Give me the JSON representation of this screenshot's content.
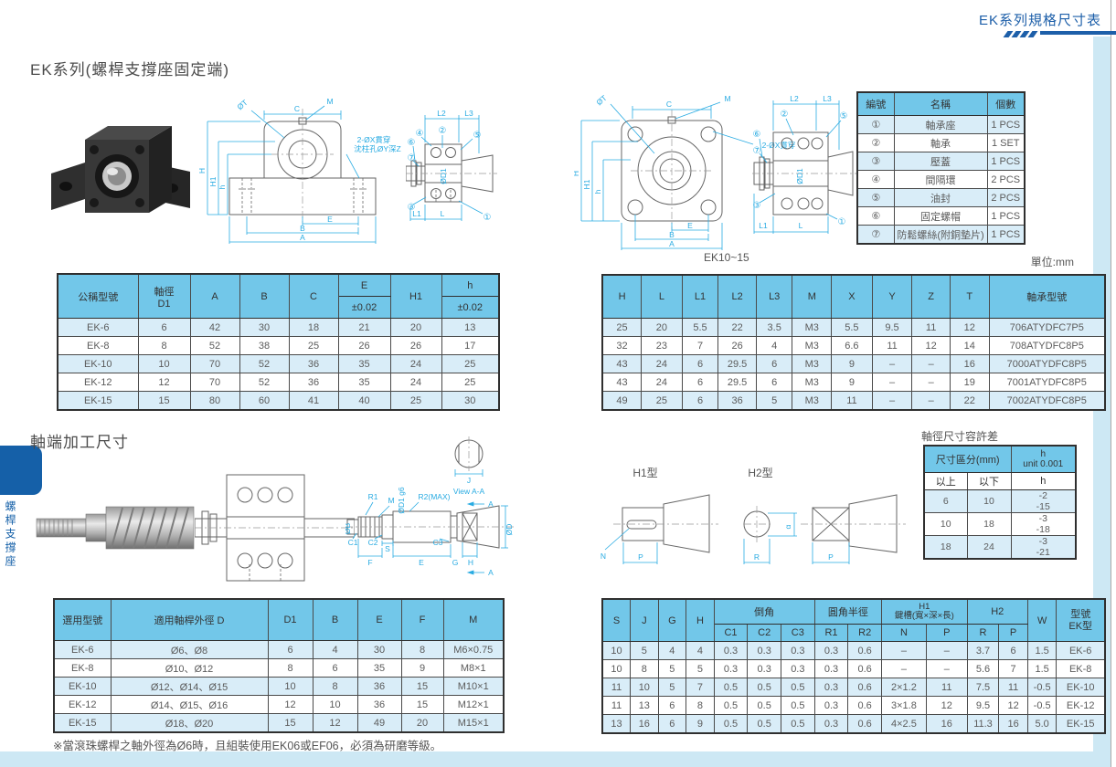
{
  "page": {
    "header_title": "EK系列規格尺寸表",
    "section1_title": "EK系列(螺桿支撐座固定端)",
    "section2_title": "軸端加工尺寸",
    "sidebar_label": "螺桿支撐座",
    "unit_label": "單位:mm",
    "drawing_caption": "EK10~15",
    "footnote": "※當滾珠螺桿之軸外徑為Ø6時，且組裝使用EK06或EF06，必須為研磨等級。"
  },
  "colors": {
    "accent_blue": "#1d5fa9",
    "table_header_fill": "#72c7e9",
    "row_alt_fill": "#d9edf8",
    "dimension_cyan": "#29abe2"
  },
  "parts_table": {
    "headers": [
      "編號",
      "名稱",
      "個數"
    ],
    "rows": [
      [
        "①",
        "軸承座",
        "1 PCS"
      ],
      [
        "②",
        "軸承",
        "1 SET"
      ],
      [
        "③",
        "壓蓋",
        "1 PCS"
      ],
      [
        "④",
        "間隔環",
        "2 PCS"
      ],
      [
        "⑤",
        "油封",
        "2 PCS"
      ],
      [
        "⑥",
        "固定螺帽",
        "1 PCS"
      ],
      [
        "⑦",
        "防鬆螺絲(附銅墊片)",
        "1 PCS"
      ]
    ]
  },
  "dim_table_left": {
    "header": {
      "model": "公稱型號",
      "d1": "軸徑\nD1",
      "a": "A",
      "b": "B",
      "c": "C",
      "e": "E",
      "tol": "±0.02",
      "h1": "H1",
      "h": "h",
      "tol2": "±0.02"
    },
    "rows": [
      [
        "EK-6",
        "6",
        "42",
        "30",
        "18",
        "21",
        "20",
        "13"
      ],
      [
        "EK-8",
        "8",
        "52",
        "38",
        "25",
        "26",
        "26",
        "17"
      ],
      [
        "EK-10",
        "10",
        "70",
        "52",
        "36",
        "35",
        "24",
        "25"
      ],
      [
        "EK-12",
        "12",
        "70",
        "52",
        "36",
        "35",
        "24",
        "25"
      ],
      [
        "EK-15",
        "15",
        "80",
        "60",
        "41",
        "40",
        "25",
        "30"
      ]
    ]
  },
  "dim_table_right": {
    "headers": [
      "H",
      "L",
      "L1",
      "L2",
      "L3",
      "M",
      "X",
      "Y",
      "Z",
      "T",
      "軸承型號"
    ],
    "rows": [
      [
        "25",
        "20",
        "5.5",
        "22",
        "3.5",
        "M3",
        "5.5",
        "9.5",
        "11",
        "12",
        "706ATYDFC7P5"
      ],
      [
        "32",
        "23",
        "7",
        "26",
        "4",
        "M3",
        "6.6",
        "11",
        "12",
        "14",
        "708ATYDFC8P5"
      ],
      [
        "43",
        "24",
        "6",
        "29.5",
        "6",
        "M3",
        "9",
        "–",
        "–",
        "16",
        "7000ATYDFC8P5"
      ],
      [
        "43",
        "24",
        "6",
        "29.5",
        "6",
        "M3",
        "9",
        "–",
        "–",
        "19",
        "7001ATYDFC8P5"
      ],
      [
        "49",
        "25",
        "6",
        "36",
        "5",
        "M3",
        "11",
        "–",
        "–",
        "22",
        "7002ATYDFC8P5"
      ]
    ]
  },
  "tolerance_table": {
    "title": "軸徑尺寸容許差",
    "header": {
      "range": "尺寸區分(mm)",
      "h_unit": "h\nunit 0.001",
      "above": "以上",
      "below": "以下",
      "h": "h"
    },
    "rows": [
      [
        "6",
        "10",
        "-2\n-15"
      ],
      [
        "10",
        "18",
        "-3\n-18"
      ],
      [
        "18",
        "24",
        "-3\n-21"
      ]
    ]
  },
  "shaft_table_left": {
    "headers": [
      "選用型號",
      "適用軸桿外徑 D",
      "D1",
      "B",
      "E",
      "F",
      "M"
    ],
    "rows": [
      [
        "EK-6",
        "Ø6、Ø8",
        "6",
        "4",
        "30",
        "8",
        "M6×0.75"
      ],
      [
        "EK-8",
        "Ø10、Ø12",
        "8",
        "6",
        "35",
        "9",
        "M8×1"
      ],
      [
        "EK-10",
        "Ø12、Ø14、Ø15",
        "10",
        "8",
        "36",
        "15",
        "M10×1"
      ],
      [
        "EK-12",
        "Ø14、Ø15、Ø16",
        "12",
        "10",
        "36",
        "15",
        "M12×1"
      ],
      [
        "EK-15",
        "Ø18、Ø20",
        "15",
        "12",
        "49",
        "20",
        "M15×1"
      ]
    ]
  },
  "shaft_table_right": {
    "header": {
      "s": "S",
      "j": "J",
      "g": "G",
      "h": "H",
      "chamfer": "倒角",
      "fillet": "圓角半徑",
      "keyway": "H1\n鍵槽(寬×深×長)",
      "h2": "H2",
      "w": "W",
      "model": "型號\nEK型",
      "c1": "C1",
      "c2": "C2",
      "c3": "C3",
      "r1": "R1",
      "r2": "R2",
      "n": "N",
      "p": "P",
      "r": "R",
      "p2": "P"
    },
    "rows": [
      [
        "10",
        "5",
        "4",
        "4",
        "0.3",
        "0.3",
        "0.3",
        "0.3",
        "0.6",
        "–",
        "–",
        "3.7",
        "6",
        "1.5",
        "EK-6"
      ],
      [
        "10",
        "8",
        "5",
        "5",
        "0.3",
        "0.3",
        "0.3",
        "0.3",
        "0.6",
        "–",
        "–",
        "5.6",
        "7",
        "1.5",
        "EK-8"
      ],
      [
        "11",
        "10",
        "5",
        "7",
        "0.5",
        "0.5",
        "0.5",
        "0.3",
        "0.6",
        "2×1.2",
        "11",
        "7.5",
        "11",
        "-0.5",
        "EK-10"
      ],
      [
        "11",
        "13",
        "6",
        "8",
        "0.5",
        "0.5",
        "0.5",
        "0.3",
        "0.6",
        "3×1.8",
        "12",
        "9.5",
        "12",
        "-0.5",
        "EK-12"
      ],
      [
        "13",
        "16",
        "6",
        "9",
        "0.5",
        "0.5",
        "0.5",
        "0.3",
        "0.6",
        "4×2.5",
        "16",
        "11.3",
        "16",
        "5.0",
        "EK-15"
      ]
    ]
  },
  "drawings": {
    "front_view": {
      "ot": "ØT",
      "c": "C",
      "m": "M",
      "note1": "2-ØX貫穿",
      "note2": "沈柱孔ØY深Z",
      "h": "H",
      "h1": "H1",
      "hs": "h",
      "e": "E",
      "b": "B",
      "a": "A"
    },
    "side_view": {
      "l2": "L2",
      "l3": "L3",
      "od1": "ØD1",
      "l1": "L1",
      "l": "L",
      "p1": "①",
      "p2": "②",
      "p3": "③",
      "p4": "④",
      "p5": "⑤",
      "p6": "⑥",
      "p7": "⑦"
    },
    "shaft_view": {
      "r1": "R1",
      "m": "M",
      "od1": "ØD1 g6",
      "r2": "R2(MAX)",
      "view": "View A-A",
      "a": "A",
      "j": "J",
      "c1": "C1",
      "c2": "C2",
      "c3": "C3",
      "s": "S",
      "f": "F",
      "e": "E",
      "g": "G",
      "h": "H",
      "od": "ØD",
      "ob": "ØB"
    },
    "h1_type": {
      "title": "H1型",
      "n": "N",
      "p": "P"
    },
    "h2_type": {
      "title": "H2型",
      "r": "R",
      "alpha": "α",
      "p": "P"
    }
  }
}
